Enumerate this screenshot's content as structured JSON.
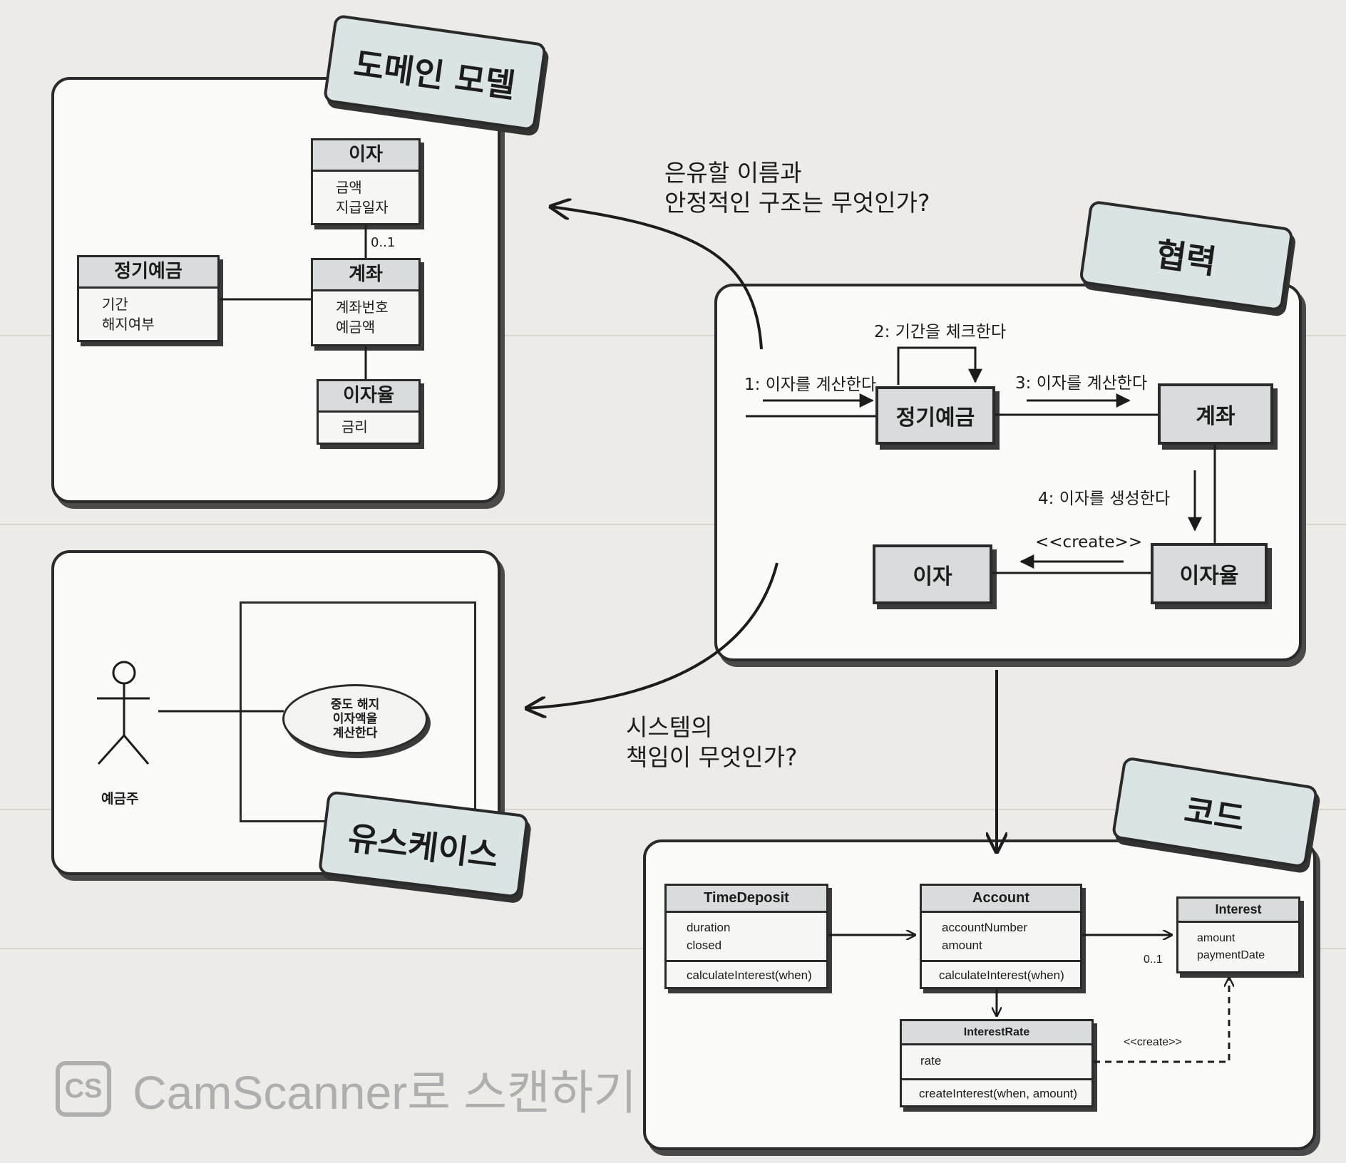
{
  "domain_model": {
    "title": "도메인 모델",
    "interest": {
      "name": "이자",
      "attributes": [
        "금액",
        "지급일자"
      ]
    },
    "time_deposit": {
      "name": "정기예금",
      "attributes": [
        "기간",
        "해지여부"
      ]
    },
    "account": {
      "name": "계좌",
      "attributes": [
        "계좌번호",
        "예금액"
      ]
    },
    "interest_rate": {
      "name": "이자율",
      "attributes": [
        "금리"
      ]
    },
    "multiplicity": "0..1"
  },
  "question_top": {
    "line1": "은유할 이름과",
    "line2": "안정적인 구조는 무엇인가?"
  },
  "collaboration": {
    "title": "협력",
    "objects": {
      "time_deposit": "정기예금",
      "account": "계좌",
      "interest": "이자",
      "interest_rate": "이자율"
    },
    "messages": {
      "m1": "1: 이자를 계산한다",
      "m2": "2: 기간을 체크한다",
      "m3": "3: 이자를 계산한다",
      "m4": "4: 이자를 생성한다",
      "create": "<<create>>"
    }
  },
  "use_case": {
    "title": "유스케이스",
    "actor": "예금주",
    "case_lines": [
      "중도 해지",
      "이자액을",
      "계산한다"
    ]
  },
  "question_bottom": {
    "line1": "시스템의",
    "line2": "책임이 무엇인가?"
  },
  "code": {
    "title": "코드",
    "time_deposit": {
      "name": "TimeDeposit",
      "attributes": [
        "duration",
        "closed"
      ],
      "methods": [
        "calculateInterest(when)"
      ]
    },
    "account": {
      "name": "Account",
      "attributes": [
        "accountNumber",
        "amount"
      ],
      "methods": [
        "calculateInterest(when)"
      ]
    },
    "interest": {
      "name": "Interest",
      "attributes": [
        "amount",
        "paymentDate"
      ]
    },
    "interest_rate": {
      "name": "InterestRate",
      "attributes": [
        "rate"
      ],
      "methods": [
        "createInterest(when, amount)"
      ]
    },
    "multiplicity": "0..1",
    "create_label": "<<create>>"
  },
  "watermark": {
    "logo": "CS",
    "text": "CamScanner로 스캔하기"
  }
}
